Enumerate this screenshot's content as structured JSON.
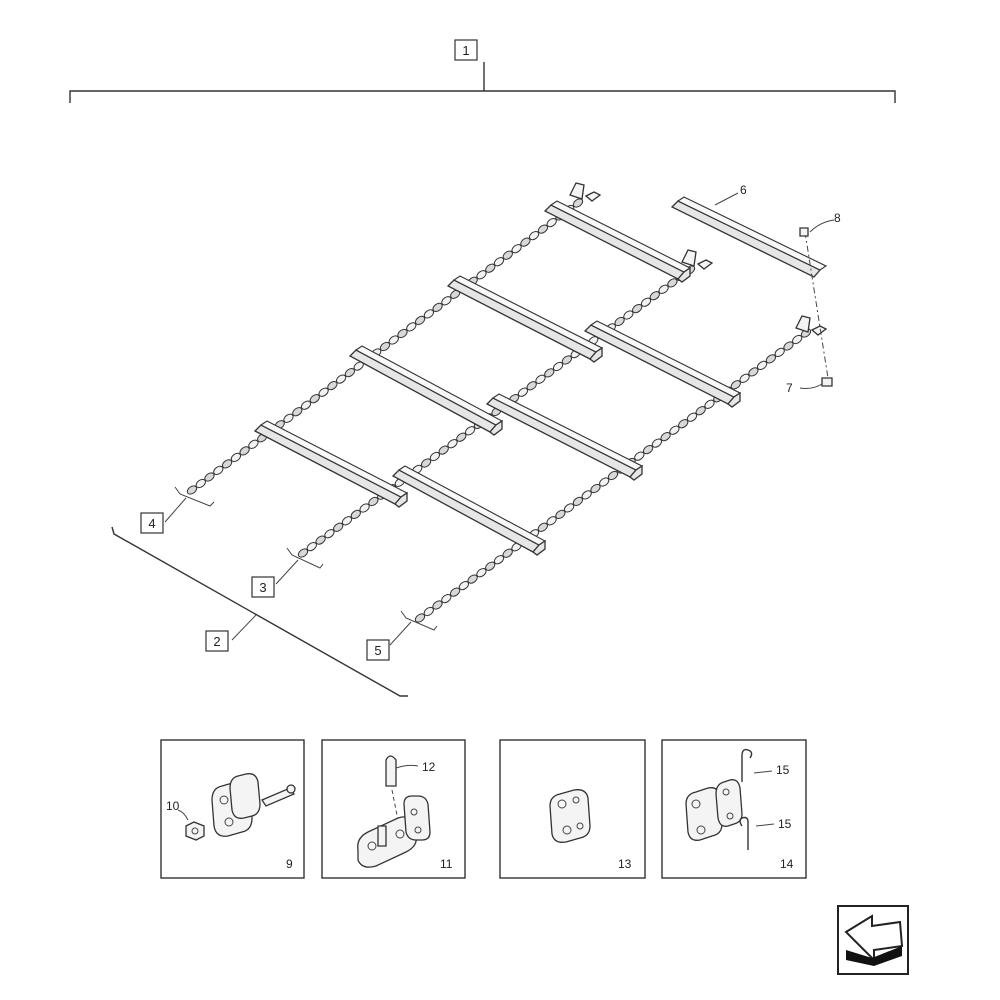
{
  "callouts": {
    "c1": "1",
    "c2": "2",
    "c3": "3",
    "c4": "4",
    "c5": "5",
    "c6": "6",
    "c7": "7",
    "c8": "8"
  },
  "panels": [
    {
      "id": "9",
      "labels": {
        "part_a": "10",
        "panel": "9"
      }
    },
    {
      "id": "11",
      "labels": {
        "part_a": "12",
        "panel": "11"
      }
    },
    {
      "id": "13",
      "labels": {
        "panel": "13"
      }
    },
    {
      "id": "14",
      "labels": {
        "part_a": "15",
        "part_b": "15",
        "panel": "14"
      }
    }
  ],
  "icons": {
    "nav": "arrow-back-icon"
  }
}
